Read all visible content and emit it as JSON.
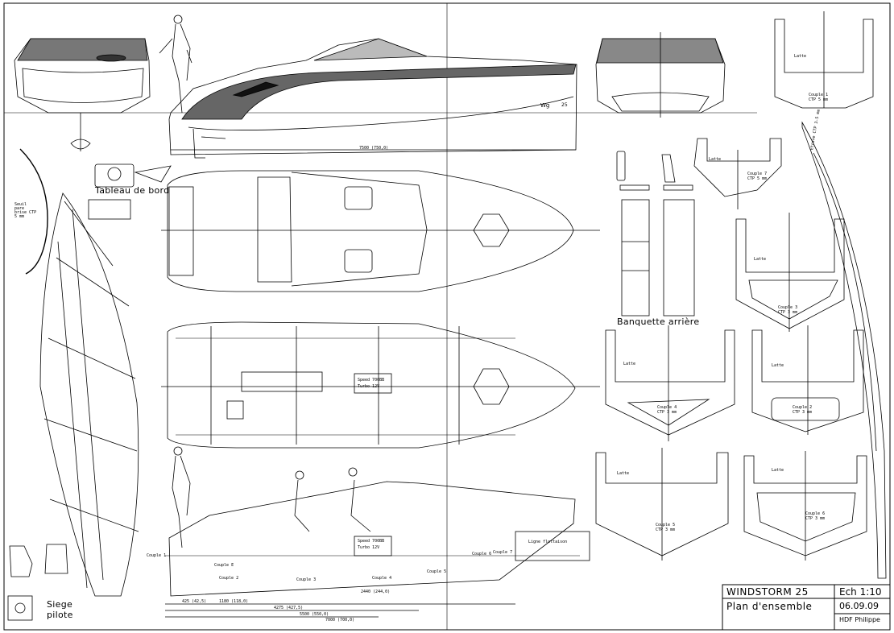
{
  "title_block": {
    "name": "WINDSTORM 25",
    "subtitle": "Plan d'ensemble",
    "scale": "Ech 1:10",
    "date": "06.09.09",
    "author": "HDF Philippe"
  },
  "labels": {
    "dashboard": "Tableau de bord",
    "rear_bench": "Banquette arrière",
    "pilot_seat_line1": "Siege",
    "pilot_seat_line2": "pilote",
    "hull_logo": "25",
    "waterline": "Ligne flottaison",
    "engine1_line1": "Speed 700BB",
    "engine1_line2": "Turbo 12V",
    "engine2_line1": "Speed 700BB",
    "engine2_line2": "Turbo 12V",
    "cut_gunwale": "Seuil pare brise CTP 5 mm",
    "cut_stem": "Etrave CTP 3-5 mm",
    "batten": "Latte",
    "frame1": "Couple 1",
    "frame1_mat": "CTP 5 mm",
    "frame2": "Couple 2",
    "frame2_mat": "CTP 3 mm",
    "frame3": "Couple 3",
    "frame3_mat": "CTP 3 mm",
    "frame4": "Couple 4",
    "frame4_mat": "CTP 3 mm",
    "frame5": "Couple 5",
    "frame5_mat": "CTP 3 mm",
    "frame6": "Couple 6",
    "frame6_mat": "CTP 3 mm",
    "frame7": "Couple 7",
    "frame7_mat": "CTP 5 mm",
    "couple_e": "Couple E",
    "couple_2": "Couple 2",
    "couple_3": "Couple 3",
    "couple_4": "Couple 4",
    "couple_5": "Couple 5",
    "couple_6": "Couple 6",
    "couple_7": "Couple 7",
    "couple_1": "Couple 1"
  },
  "dimensions": {
    "overall_length": "7500 (750,0)",
    "d1": "425 (42,5)",
    "d2": "1180 (118,0)",
    "d3": "4275 (427,5)",
    "d4": "2440 (244,0)",
    "d5": "5500 (550,0)",
    "d6": "7000 (700,0)"
  }
}
